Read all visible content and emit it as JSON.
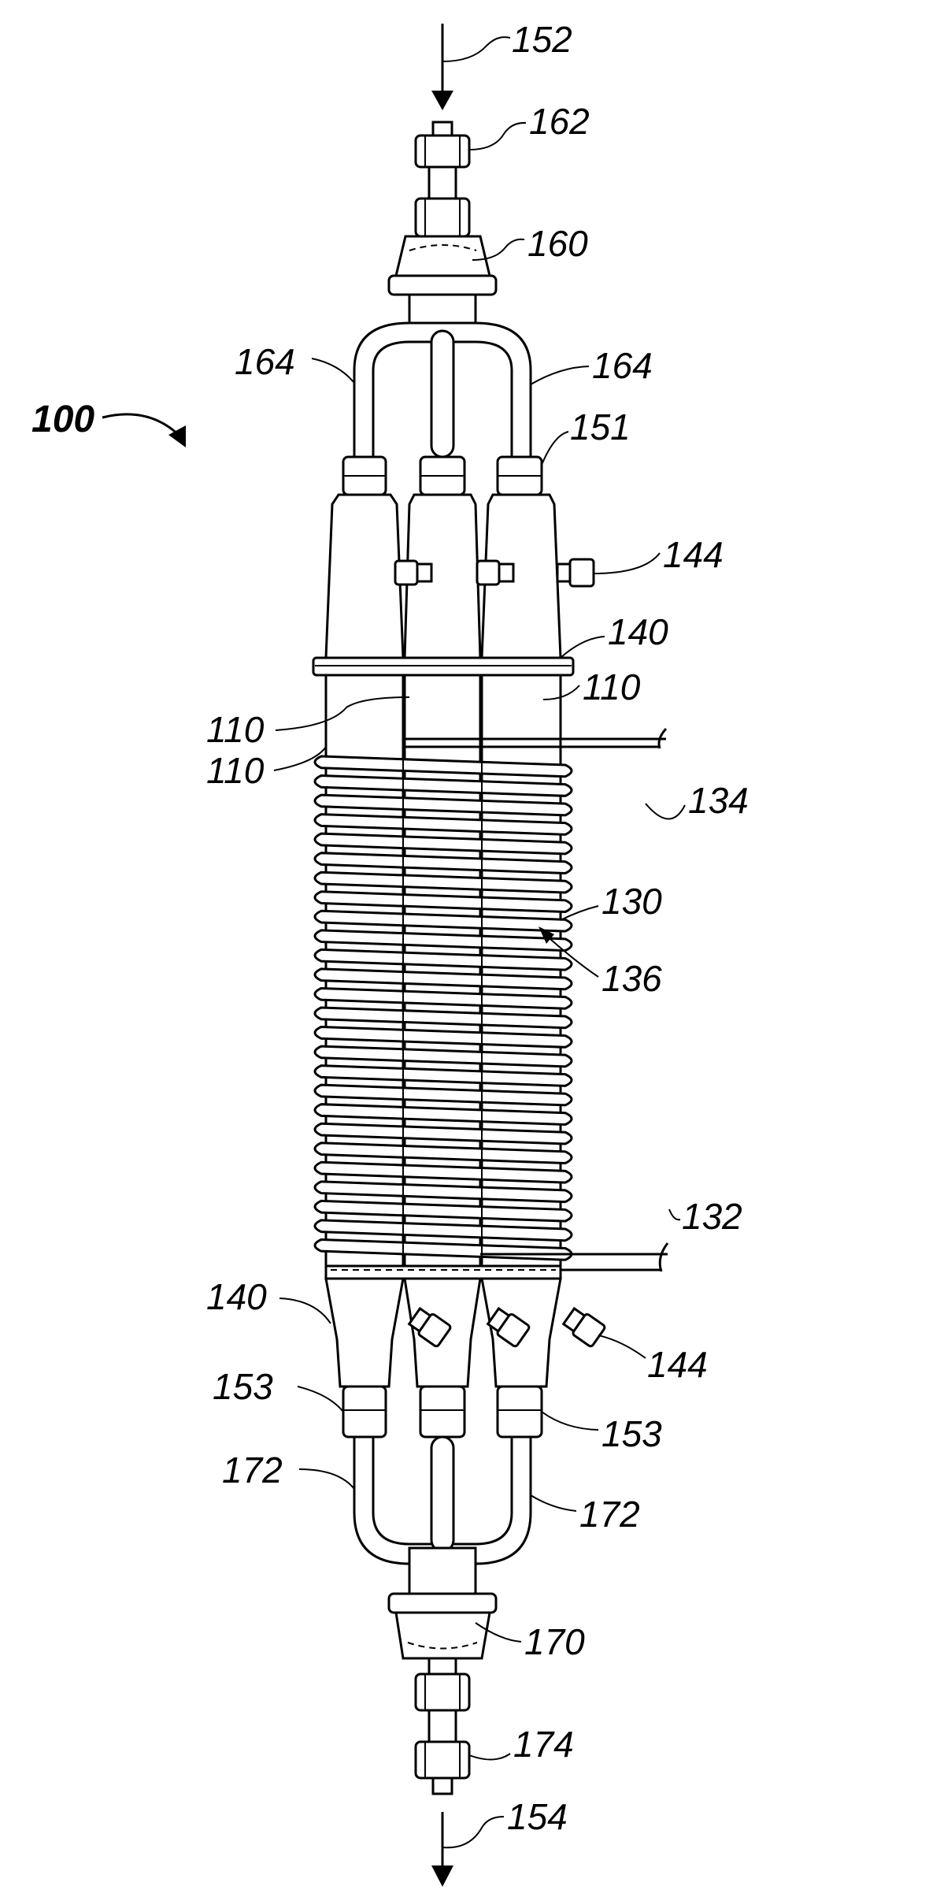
{
  "figure": {
    "reference_numerals": {
      "assembly": "100",
      "inlet_flow": "152",
      "inlet_fitting": "162",
      "inlet_manifold": "160",
      "inlet_branch_left": "164",
      "inlet_branch_right": "164",
      "connector_top": "151",
      "port_top": "144",
      "end_cap_top": "140",
      "tube_right": "110",
      "tube_center": "110",
      "tube_left": "110",
      "coil_lead_top": "134",
      "coil": "130",
      "coil_passage": "136",
      "coil_lead_bottom": "132",
      "end_cap_bottom": "140",
      "port_bottom": "144",
      "connector_bottom_left": "153",
      "connector_bottom_right": "153",
      "outlet_branch_left": "172",
      "outlet_branch_right": "172",
      "outlet_manifold": "170",
      "outlet_fitting": "174",
      "outlet_flow": "154"
    }
  }
}
